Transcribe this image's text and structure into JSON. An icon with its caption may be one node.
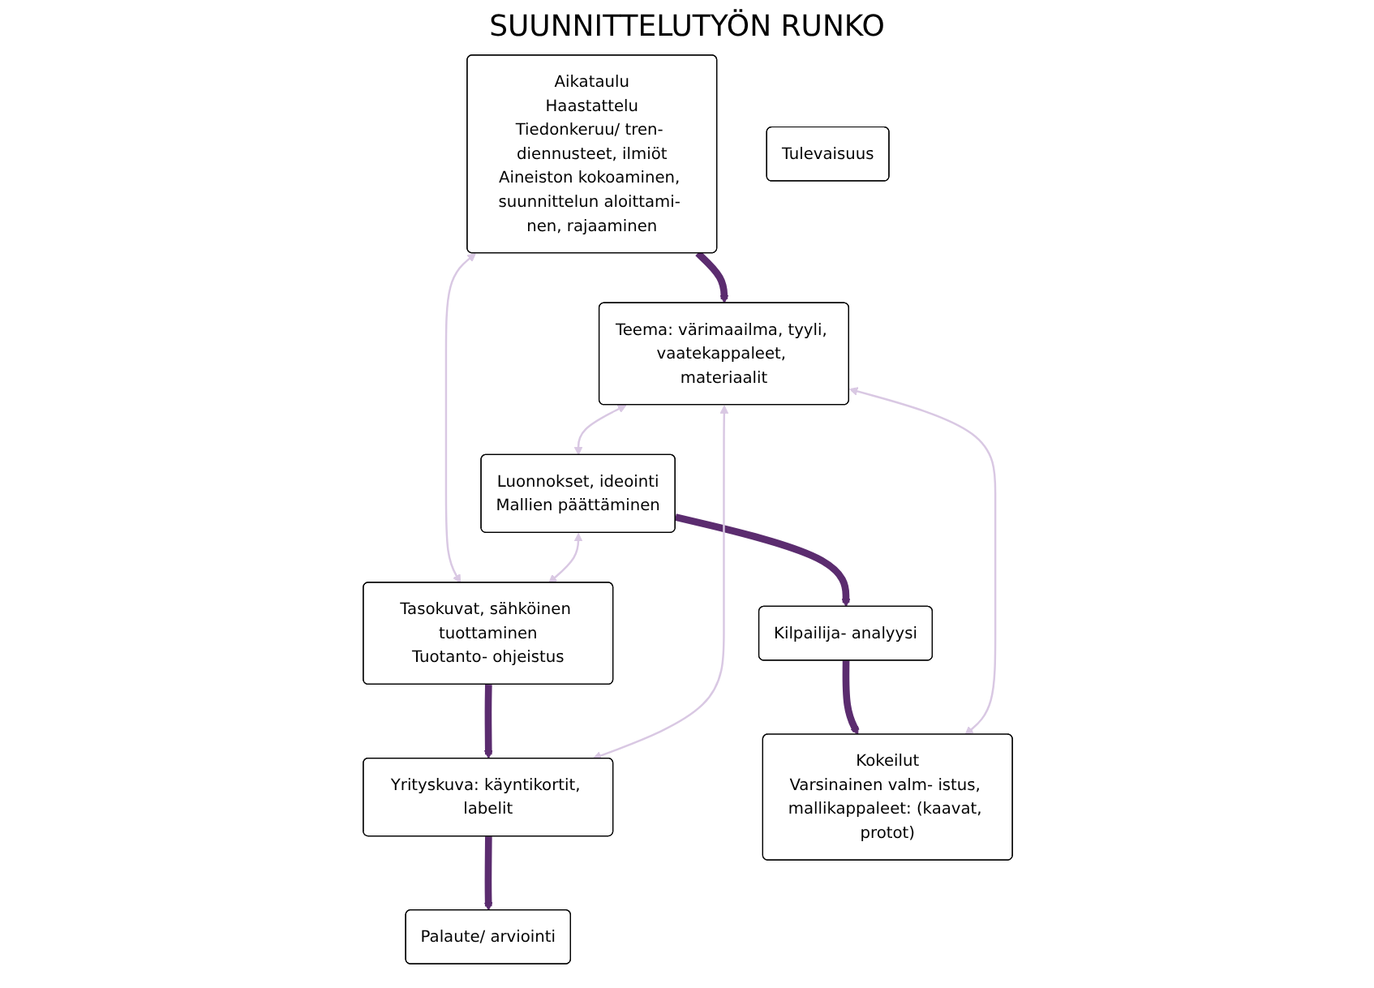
{
  "diagram": {
    "title": "SUUNNITTELUTYÖN RUNKO",
    "nodes": [
      {
        "text": [
          "Aikataulu",
          "Haastattelu",
          "Tiedonkeruu/ tren- diennusteet, ilmiöt",
          "Aineiston kokoaminen, suunnittelun aloittami- nen, rajaaminen"
        ]
      },
      {
        "text": [
          "Luonnokset, ideointi",
          "Mallien päättäminen"
        ]
      },
      {
        "text": [
          "Tasokuvat, sähköinen tuottaminen",
          "Tuotanto- ohjeistus"
        ]
      },
      {
        "text": [
          "Kilpailija- analyysi"
        ]
      },
      {
        "text": [
          "Yrityskuva: käyntikortit, labelit"
        ]
      },
      {
        "text": [
          "Teema: värimaailma, tyyli, vaatekappaleet, materiaalit"
        ]
      },
      {
        "text": [
          "Kokeilut",
          "Varsinainen valm- istus, mallikappaleet: (kaavat, protot)"
        ]
      },
      {
        "text": [
          "Palaute/ arviointi"
        ]
      },
      {
        "text": [
          "Tulevaisuus"
        ]
      }
    ],
    "edges": [
      {
        "from": 0,
        "to": 5,
        "arrow": "to",
        "style": "thick",
        "color": "#5b2c6f"
      },
      {
        "from": 1,
        "to": 3,
        "arrow": "to",
        "style": "thick",
        "color": "#5b2c6f"
      },
      {
        "from": 3,
        "to": 6,
        "arrow": "to",
        "style": "thick",
        "color": "#5b2c6f"
      },
      {
        "from": 2,
        "to": 4,
        "arrow": "to",
        "style": "thick",
        "color": "#5b2c6f"
      },
      {
        "from": 4,
        "to": 7,
        "arrow": "to",
        "style": "thick",
        "color": "#5b2c6f"
      },
      {
        "from": 5,
        "to": 1,
        "arrow": "both",
        "color": "#d9c8e3"
      },
      {
        "from": 0,
        "to": 2,
        "arrow": "both",
        "color": "#d9c8e3"
      },
      {
        "from": 1,
        "to": 2,
        "arrow": "both",
        "color": "#d9c8e3"
      },
      {
        "from": 5,
        "to": 4,
        "arrow": "both",
        "color": "#d9c8e3"
      },
      {
        "from": 5,
        "to": 6,
        "arrow": "both",
        "color": "#d9c8e3"
      }
    ]
  }
}
